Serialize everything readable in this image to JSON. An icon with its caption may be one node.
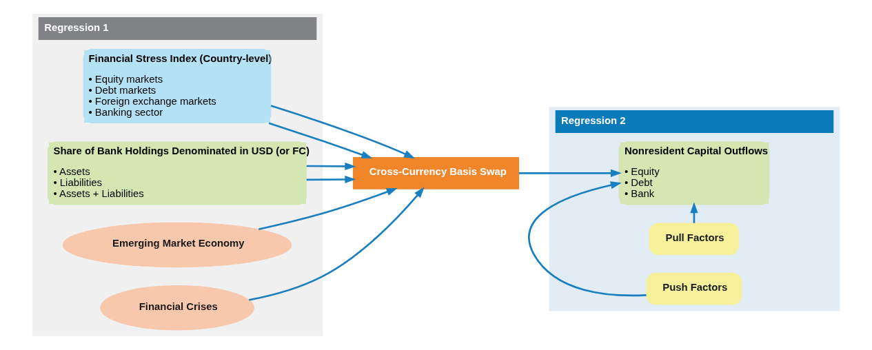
{
  "diagram": {
    "nodes": [
      {
        "text": [
          "Regression 1"
        ]
      },
      {
        "text": [
          "Regression 2"
        ]
      },
      {
        "text": [
          "Financial Stress Index (Country-level)",
          "• Equity markets",
          "• Debt markets",
          "• Foreign exchange markets",
          "• Banking sector"
        ],
        "in": 0
      },
      {
        "text": [
          "Share of Bank Holdings Denominated in USD (or FC)",
          "• Assets",
          "• Liabilities",
          "• Assets + Liabilities"
        ],
        "in": 0
      },
      {
        "text": [
          "Cross-Currency Basis Swap"
        ]
      },
      {
        "text": [
          "Emerging Market Economy"
        ],
        "in": 0
      },
      {
        "text": [
          "Financial Crises"
        ],
        "in": 0
      },
      {
        "text": [
          "Pull Factors"
        ],
        "in": 1
      },
      {
        "text": [
          "Nonresident Capital Outflows",
          "• Equity",
          "• Debt",
          "• Bank"
        ],
        "in": 1
      },
      {
        "text": [
          "Push Factors"
        ],
        "in": 1
      }
    ],
    "edges": [
      {
        "from": 2,
        "to": 4,
        "arrow": "to"
      },
      {
        "from": 2,
        "to": 4,
        "arrow": "to"
      },
      {
        "from": 3,
        "to": 4,
        "arrow": "to"
      },
      {
        "from": 3,
        "to": 4,
        "arrow": "to"
      },
      {
        "from": 5,
        "to": 4,
        "arrow": "to"
      },
      {
        "from": 6,
        "to": 4,
        "arrow": "to"
      },
      {
        "from": 4,
        "to": 8,
        "arrow": "to"
      },
      {
        "from": 7,
        "to": 8,
        "arrow": "to"
      },
      {
        "from": 9,
        "to": 8,
        "arrow": "to"
      }
    ]
  }
}
